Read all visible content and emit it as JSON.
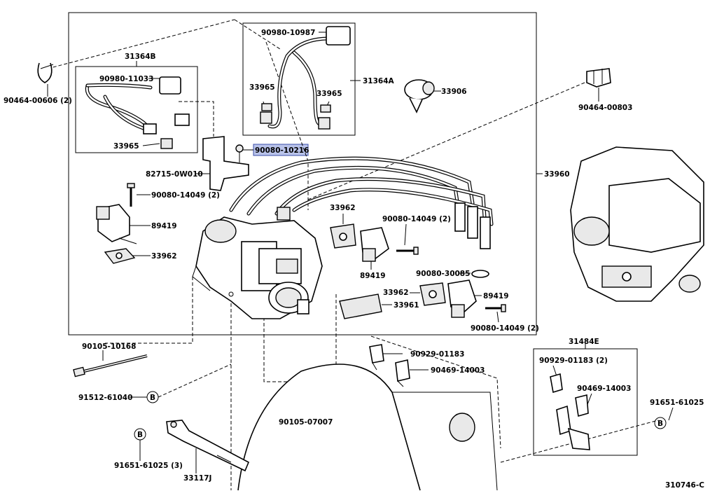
{
  "diagram_id": "310746-C",
  "highlight_color": "#b9c3ea",
  "callouts": {
    "c_90464_00606": "90464-00606 (2)",
    "c_31364B": "31364B",
    "c_90980_11033": "90980-11033",
    "c_33965_left": "33965",
    "c_82715": "82715-0W010",
    "c_90080_10216": "90080-10216",
    "c_90080_14049_a": "90080-14049 (2)",
    "c_89419_a": "89419",
    "c_33962_a": "33962",
    "c_90980_10987": "90980-10987",
    "c_31364A": "31364A",
    "c_33965_b": "33965",
    "c_33965_c": "33965",
    "c_33906": "33906",
    "c_90464_00803": "90464-00803",
    "c_33960": "33960",
    "c_33962_b": "33962",
    "c_90080_14049_b": "90080-14049 (2)",
    "c_89419_b": "89419",
    "c_90080_30085": "90080-30085",
    "c_33962_c": "33962",
    "c_89419_c": "89419",
    "c_33961": "33961",
    "c_90080_14049_c": "90080-14049 (2)",
    "c_90105_10168": "90105-10168",
    "c_91512_61040": "91512-61040",
    "c_90929_01183": "90929-01183",
    "c_90469_14003": "90469-14003",
    "c_31484E": "31484E",
    "c_90929_01183_2": "90929-01183 (2)",
    "c_90469_14003_b": "90469-14003",
    "c_91651_61025": "91651-61025",
    "c_90105_07007": "90105-07007",
    "c_91651_61025_3": "91651-61025 (3)",
    "c_33117J": "33117J"
  },
  "ref_marks": {
    "b1": "B",
    "b2": "B",
    "b3": "B"
  }
}
